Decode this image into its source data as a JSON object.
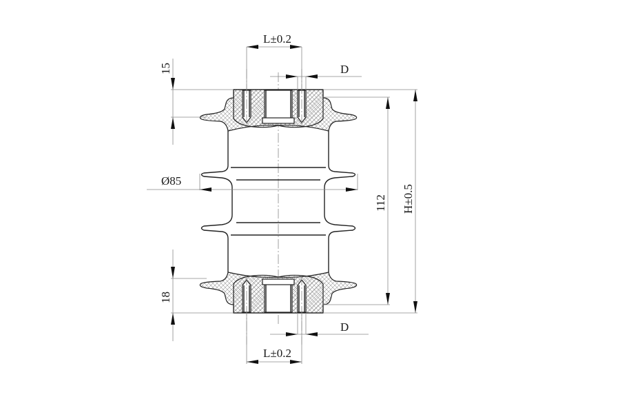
{
  "drawing": {
    "type": "technical-section-drawing",
    "subject": "insulator with threaded metal end fittings and sheds",
    "dimensions": {
      "top_pitch": "L±0.2",
      "top_hole": "D",
      "top_depth": "15",
      "shed_diameter": "Ø85",
      "inner_height": "112",
      "overall_height": "H±0.5",
      "bottom_depth": "18",
      "bottom_hole": "D",
      "bottom_pitch": "L±0.2"
    },
    "colors": {
      "line": "#222222",
      "dimension_line": "#8a8a8a",
      "background": "#ffffff"
    }
  }
}
